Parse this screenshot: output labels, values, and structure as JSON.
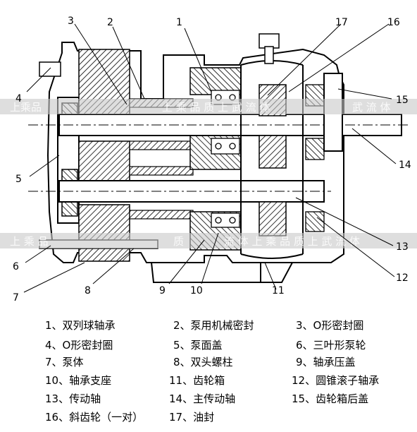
{
  "callout_numbers": [
    "1",
    "2",
    "3",
    "4",
    "5",
    "6",
    "7",
    "8",
    "9",
    "10",
    "11",
    "12",
    "13",
    "14",
    "15",
    "16",
    "17"
  ],
  "watermark": {
    "top_left": "上乘品",
    "top_mid": "上 乘 品 质  上 武 流 体",
    "top_right": "武 流 体",
    "bottom_left": "上 乘 品",
    "bottom_mid": "质",
    "bottom_mid2": "流 体  上 乘 品 质  上 武 流 体"
  },
  "legend": [
    "1、双列球轴承",
    "2、泵用机械密封",
    "3、O形密封圈",
    "4、O形密封圈",
    "5、泵面盖",
    "6、三叶形泵轮",
    "7、泵体",
    "8、双头螺柱",
    "9、轴承压盖",
    "10、轴承支座",
    "11、齿轮箱",
    "12、圆锥滚子轴承",
    "13、传动轴",
    "14、主传动轴",
    "15、齿轮箱后盖",
    "16、斜齿轮（一对）",
    "17、油封"
  ]
}
